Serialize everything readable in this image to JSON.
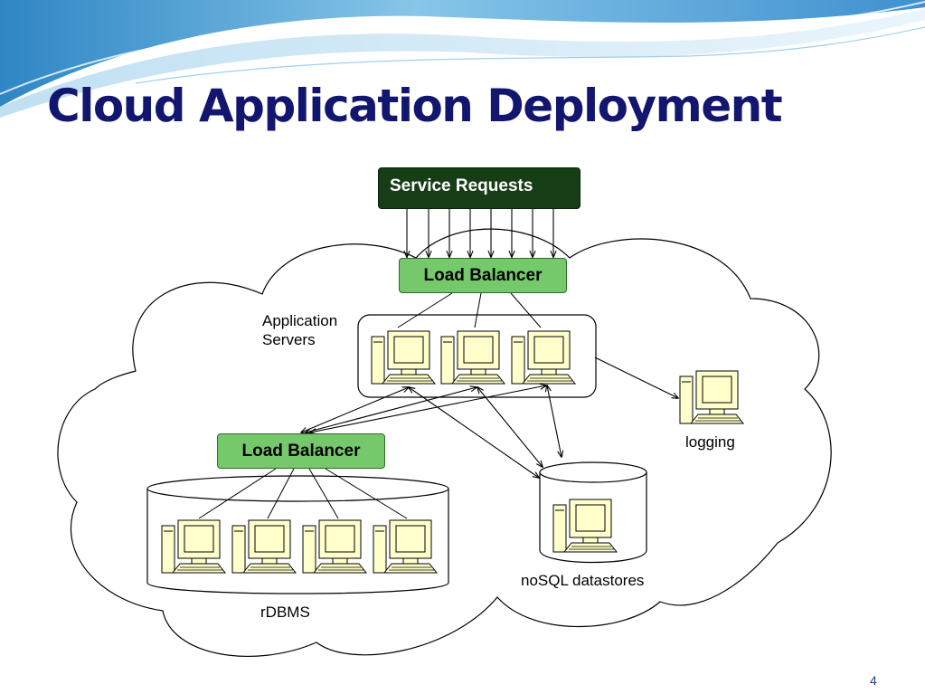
{
  "slide": {
    "title": "Cloud Application Deployment",
    "page_number": "4"
  },
  "diagram": {
    "service_requests": "Service Requests",
    "load_balancer_top": "Load Balancer",
    "load_balancer_bottom": "Load Balancer",
    "app_servers_label_line1": "Application",
    "app_servers_label_line2": "Servers",
    "logging_label": "logging",
    "nosql_label": "noSQL datastores",
    "rdbms_label": "rDBMS"
  },
  "colors": {
    "title": "#12166e",
    "service_box": "#173d17",
    "load_balancer": "#76c96b",
    "monitor": "#ffffcc",
    "header_wave": "#5aa8d6"
  }
}
